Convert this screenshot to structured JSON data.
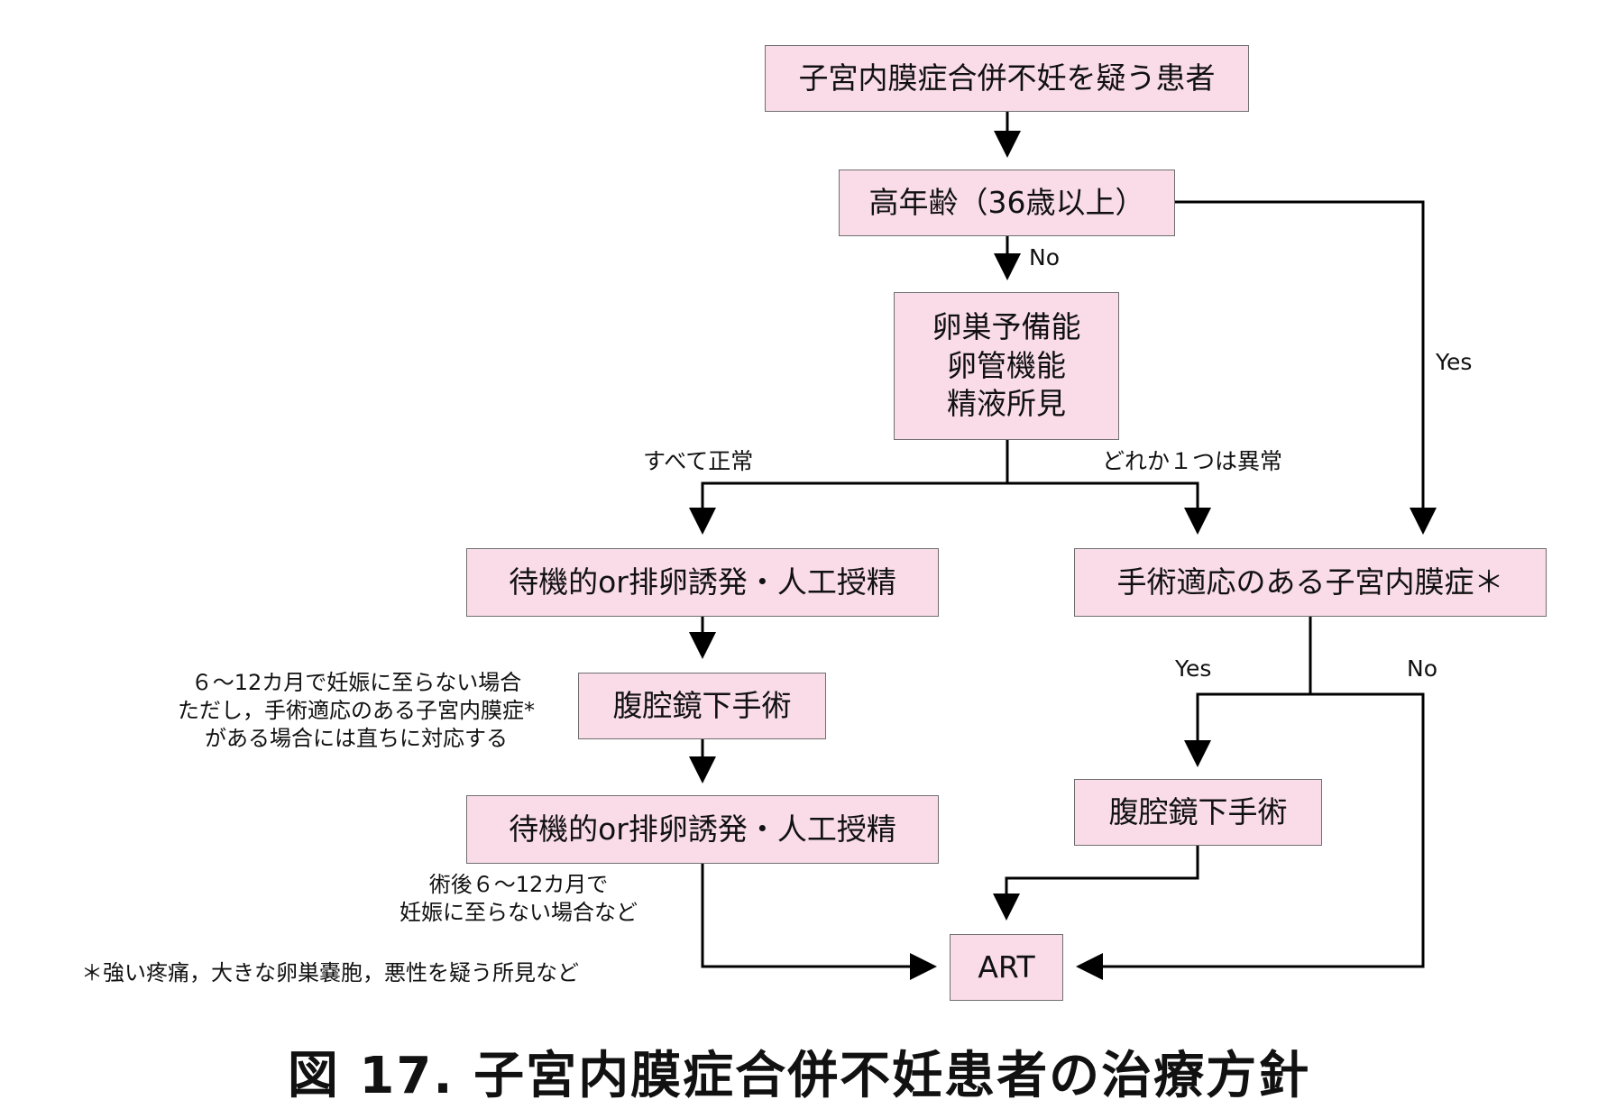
{
  "nodes": {
    "start": "子宮内膜症合併不妊を疑う患者",
    "age": "高年齢（36歳以上）",
    "check": [
      "卵巣予備能",
      "卵管機能",
      "精液所見"
    ],
    "wait1": "待機的or排卵誘発・人工授精",
    "surgery_indicated": "手術適応のある子宮内膜症＊",
    "lap_left": "腹腔鏡下手術",
    "wait2": "待機的or排卵誘発・人工授精",
    "lap_right": "腹腔鏡下手術",
    "art": "ART"
  },
  "edge_labels": {
    "age_no": "No",
    "age_yes": "Yes",
    "all_normal": "すべて正常",
    "any_abnormal": "どれか１つは異常",
    "surgery_yes": "Yes",
    "surgery_no": "No"
  },
  "notes": {
    "lap_condition": [
      "６～12カ月で妊娠に至らない場合",
      "ただし，手術適応のある子宮内膜症*",
      "がある場合には直ちに対応する"
    ],
    "post_op": [
      "術後６～12カ月で",
      "妊娠に至らない場合など"
    ],
    "footnote": "＊強い疼痛，大きな卵巣嚢胞，悪性を疑う所見など"
  },
  "caption": "図 17.  子宮内膜症合併不妊患者の治療方針"
}
